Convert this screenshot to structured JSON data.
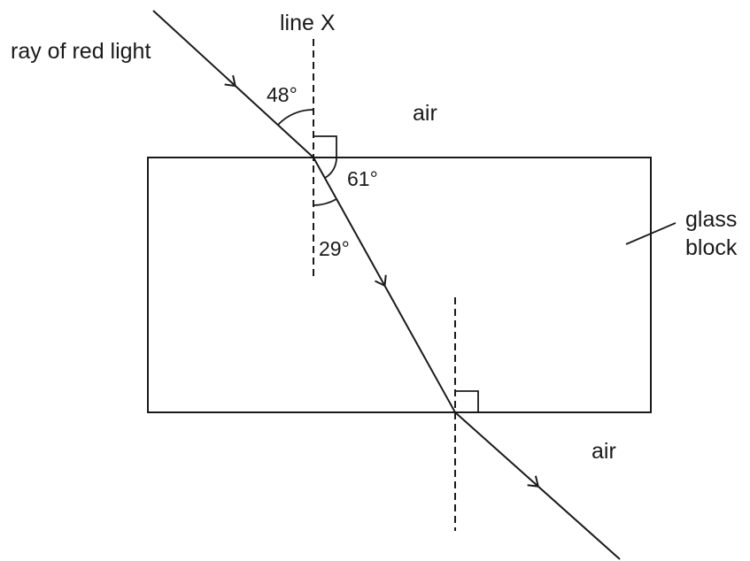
{
  "labels": {
    "ray": "ray of red light",
    "line_x": "line X",
    "air_top": "air",
    "air_bottom": "air",
    "glass_line1": "glass",
    "glass_line2": "block"
  },
  "angles": {
    "incidence": "48°",
    "surface_angle": "61°",
    "refraction": "29°"
  },
  "colors": {
    "ink": "#1a1a1a",
    "background": "#ffffff"
  }
}
